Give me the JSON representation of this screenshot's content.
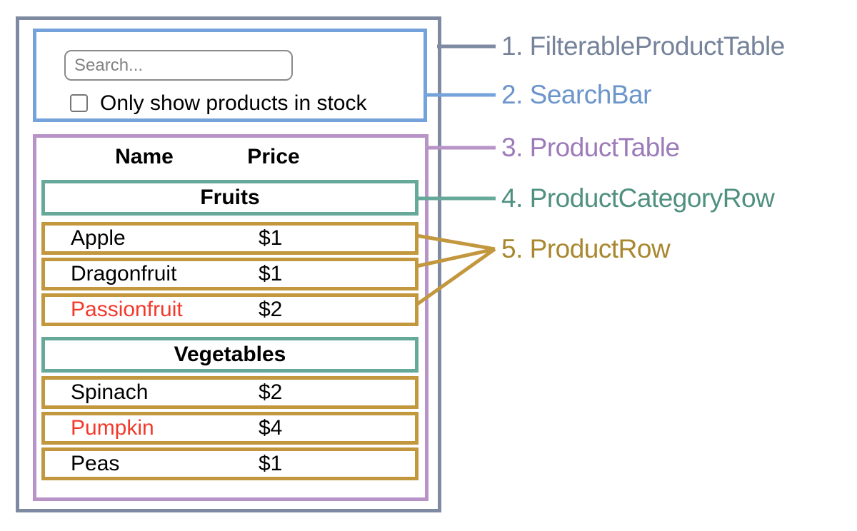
{
  "app": {
    "search_bar": {
      "input_placeholder": "Search...",
      "input_value": "",
      "checkbox_checked": false,
      "checkbox_label": "Only show products in stock"
    },
    "table": {
      "headers": {
        "name": "Name",
        "price": "Price"
      },
      "sections": [
        {
          "category": "Fruits",
          "rows": [
            {
              "name": "Apple",
              "price": "$1",
              "out_of_stock": false
            },
            {
              "name": "Dragonfruit",
              "price": "$1",
              "out_of_stock": false
            },
            {
              "name": "Passionfruit",
              "price": "$2",
              "out_of_stock": true
            }
          ]
        },
        {
          "category": "Vegetables",
          "rows": [
            {
              "name": "Spinach",
              "price": "$2",
              "out_of_stock": false
            },
            {
              "name": "Pumpkin",
              "price": "$4",
              "out_of_stock": true
            },
            {
              "name": "Peas",
              "price": "$1",
              "out_of_stock": false
            }
          ]
        }
      ]
    }
  },
  "annotations": [
    {
      "text": "1. FilterableProductTable"
    },
    {
      "text": "2. SearchBar"
    },
    {
      "text": "3. ProductTable"
    },
    {
      "text": "4. ProductCategoryRow"
    },
    {
      "text": "5. ProductRow"
    }
  ],
  "colors": {
    "frame": "#7E8AA2",
    "searchbar": "#74A2DA",
    "product_table": "#B793C7",
    "category_row": "#66A89A",
    "product_row": "#C2973D",
    "out_of_stock": "#F3392B",
    "input_border": "#8A8A8A",
    "placeholder": "#828282",
    "text": "#000000",
    "label_1": "#76839B",
    "label_2": "#6B95CB",
    "label_3": "#9C7BB9",
    "label_4": "#4F907F",
    "label_5": "#A8872E"
  }
}
